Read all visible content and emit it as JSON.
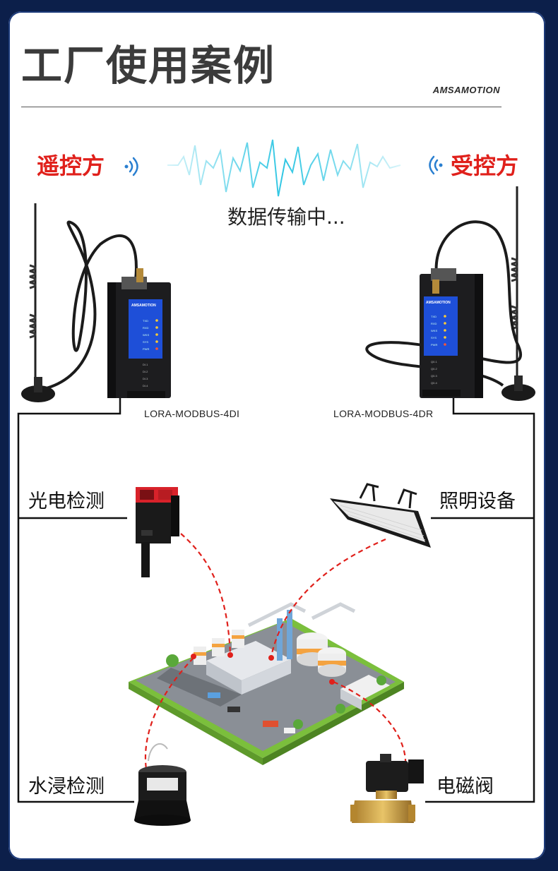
{
  "header": {
    "title": "工厂使用案例",
    "brand": "AMSAMOTION"
  },
  "transmission": {
    "sender_label": "遥控方",
    "receiver_label": "受控方",
    "status": "数据传输中..."
  },
  "devices": {
    "left_model": "LORA-MODBUS-4DI",
    "right_model": "LORA-MODBUS-4DR",
    "left_leds": [
      "TXD",
      "RXD",
      "WKS",
      "SYS",
      "PWR"
    ],
    "left_ports": [
      "DI.1",
      "DI.2",
      "DI.3",
      "DI.4"
    ],
    "right_leds": [
      "TXD",
      "RXD",
      "WKS",
      "SYS",
      "PWR"
    ],
    "right_ports": [
      "Q0.1",
      "Q0.2",
      "Q0.3",
      "Q0.4"
    ]
  },
  "peripherals": {
    "photoelectric": "光电检测",
    "lighting": "照明设备",
    "water_detect": "水浸检测",
    "solenoid": "电磁阀"
  },
  "colors": {
    "accent": "#e0201b",
    "wave": "#2fc6e3",
    "background": "#0c1f4a"
  }
}
